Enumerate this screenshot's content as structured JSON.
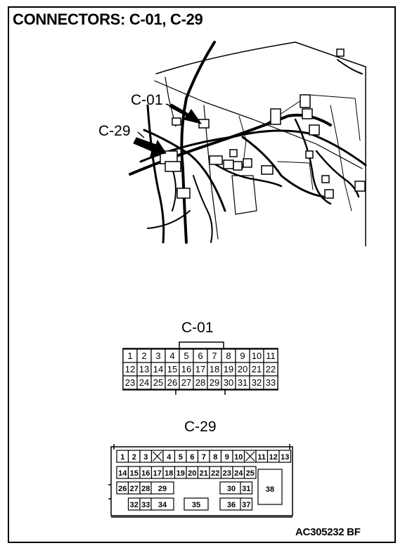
{
  "title": "CONNECTORS: C-01, C-29",
  "callouts": {
    "c01": "C-01",
    "c29": "C-29"
  },
  "connector_c01": {
    "label": "C-01",
    "rows": [
      [
        "1",
        "2",
        "3",
        "4",
        "5",
        "6",
        "7",
        "8",
        "9",
        "10",
        "11"
      ],
      [
        "12",
        "13",
        "14",
        "15",
        "16",
        "17",
        "18",
        "19",
        "20",
        "21",
        "22"
      ],
      [
        "23",
        "24",
        "25",
        "26",
        "27",
        "28",
        "29",
        "30",
        "31",
        "32",
        "33"
      ]
    ]
  },
  "connector_c29": {
    "label": "C-29",
    "row1": [
      "1",
      "2",
      "3",
      "",
      "4",
      "5",
      "6",
      "7",
      "8",
      "9",
      "10",
      "",
      "11",
      "12",
      "13"
    ],
    "row2": [
      "14",
      "15",
      "16",
      "17",
      "18",
      "19",
      "20",
      "21",
      "22",
      "23",
      "24",
      "25"
    ],
    "row3": [
      "26",
      "27",
      "28",
      "29",
      "30",
      "31"
    ],
    "row4": [
      "32",
      "33",
      "34",
      "35",
      "36",
      "37"
    ],
    "big": "38"
  },
  "figure_code": "AC305232 BF"
}
